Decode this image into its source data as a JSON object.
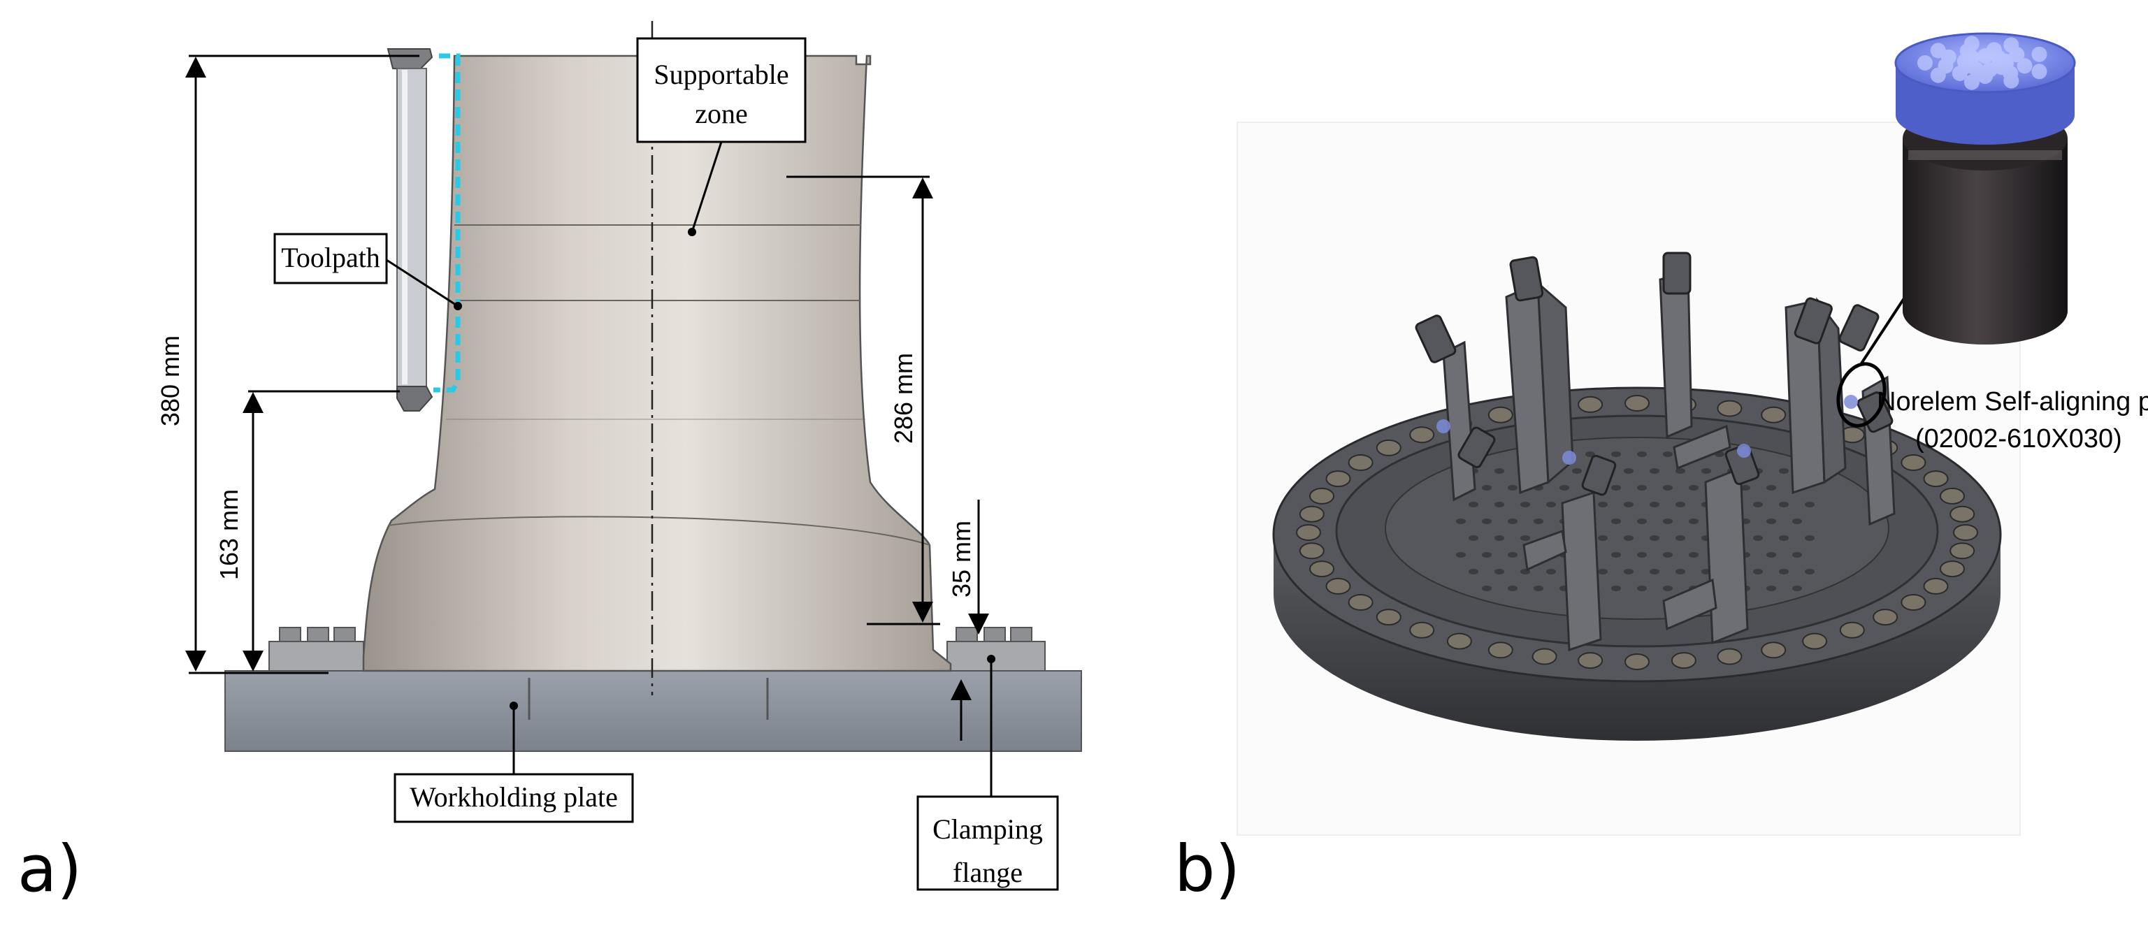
{
  "panels": {
    "a": {
      "label": "a)",
      "callouts": {
        "supportable_zone": "Supportable zone",
        "toolpath": "Toolpath",
        "workholding_plate": "Workholding plate",
        "clamping_flange": "Clamping flange"
      },
      "dimensions": {
        "overall_height": "380 mm",
        "toolpath_lower": "163 mm",
        "supportable_height": "286 mm",
        "flange_height": "35 mm"
      }
    },
    "b": {
      "label": "b)",
      "pad_callout_line1": "Norelem Self-aligning pad",
      "pad_callout_line2": "(02002-610X030)"
    }
  },
  "colors": {
    "part_body": "#b7b0a8",
    "plate": "#8c939c",
    "toolpath": "#29c9e8",
    "fixture_dark": "#45474c",
    "pad_top": "#6f7fe0"
  }
}
